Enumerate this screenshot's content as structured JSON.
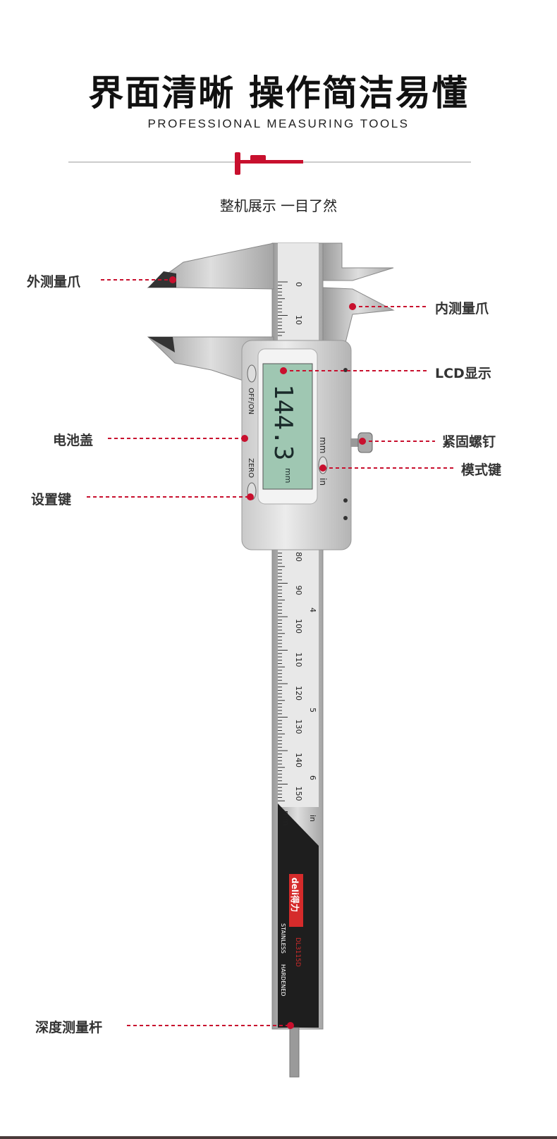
{
  "header": {
    "title": "界面清晰 操作简洁易懂",
    "subtitle": "PROFESSIONAL MEASURING TOOLS",
    "section": "整机展示 一目了然"
  },
  "labels": {
    "outer_jaw": "外测量爪",
    "inner_jaw": "内测量爪",
    "lcd": "LCD显示",
    "battery_cover": "电池盖",
    "lock_screw": "紧固螺钉",
    "mode_key": "模式键",
    "set_key": "设置键",
    "depth_rod": "深度测量杆"
  },
  "device": {
    "reading": "144.3",
    "reading_unit": "mm",
    "off_on": "OFF/ON",
    "zero": "ZERO",
    "mm": "mm",
    "in": "in",
    "scale_top": [
      "0",
      "10"
    ],
    "scale_mm": [
      "80",
      "90",
      "100",
      "110",
      "120",
      "130",
      "140",
      "150"
    ],
    "scale_in": [
      "4",
      "5",
      "6"
    ],
    "unit_mm": "mm",
    "unit_in": "in",
    "brand": "deli得力",
    "model": "DL3115D",
    "stainless": "STAINLESS",
    "hardened": "HARDENED"
  },
  "colors": {
    "accent": "#c8102e",
    "lcd": "#9fc7b2"
  }
}
